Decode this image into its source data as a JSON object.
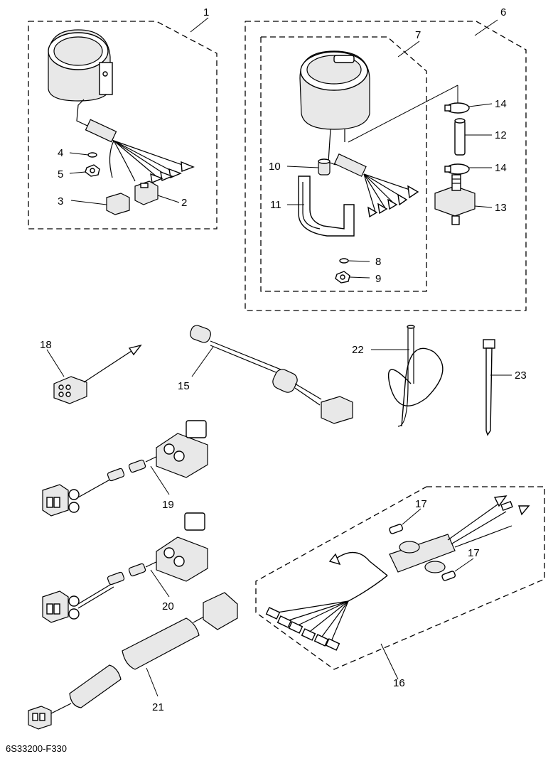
{
  "callouts": {
    "c1": "1",
    "c2": "2",
    "c3": "3",
    "c4": "4",
    "c5": "5",
    "c6": "6",
    "c7": "7",
    "c8": "8",
    "c9": "9",
    "c10": "10",
    "c11": "11",
    "c12": "12",
    "c13": "13",
    "c14a": "14",
    "c14b": "14",
    "c15": "15",
    "c16": "16",
    "c17a": "17",
    "c17b": "17",
    "c18": "18",
    "c19": "19",
    "c20": "20",
    "c21": "21",
    "c22": "22",
    "c23": "23"
  },
  "diagram_code": "6S33200-F330"
}
